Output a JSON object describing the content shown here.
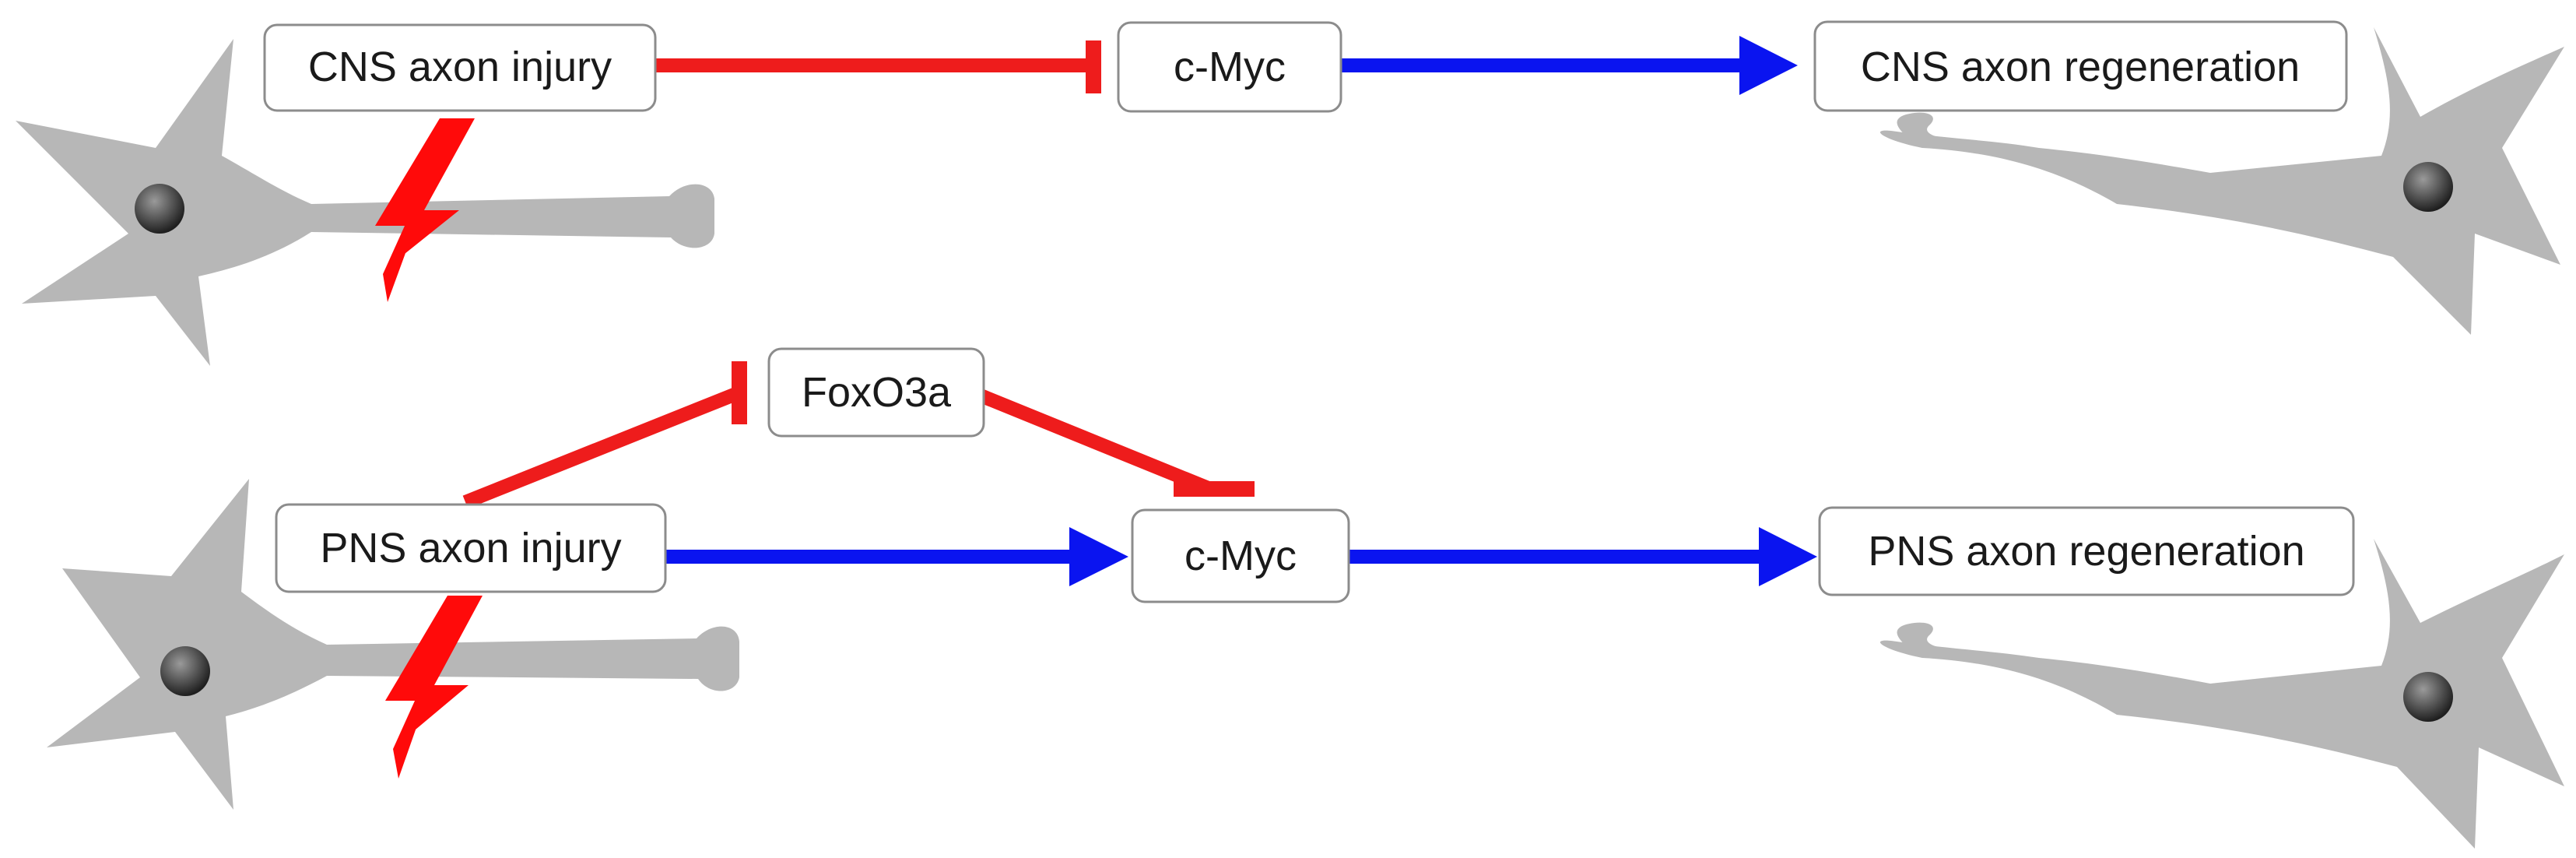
{
  "diagram": {
    "cns": {
      "injury_label": "CNS axon injury",
      "myc_label": "c-Myc",
      "regeneration_label": "CNS axon regeneration"
    },
    "pns": {
      "injury_label": "PNS axon injury",
      "foxo_label": "FoxO3a",
      "myc_label": "c-Myc",
      "regeneration_label": "PNS axon regeneration"
    },
    "colors": {
      "inhibition": "#ee1c1c",
      "activation": "#0a14f0",
      "injury_bolt": "#ff0a0a",
      "neuron": "#b7b7b7"
    }
  }
}
